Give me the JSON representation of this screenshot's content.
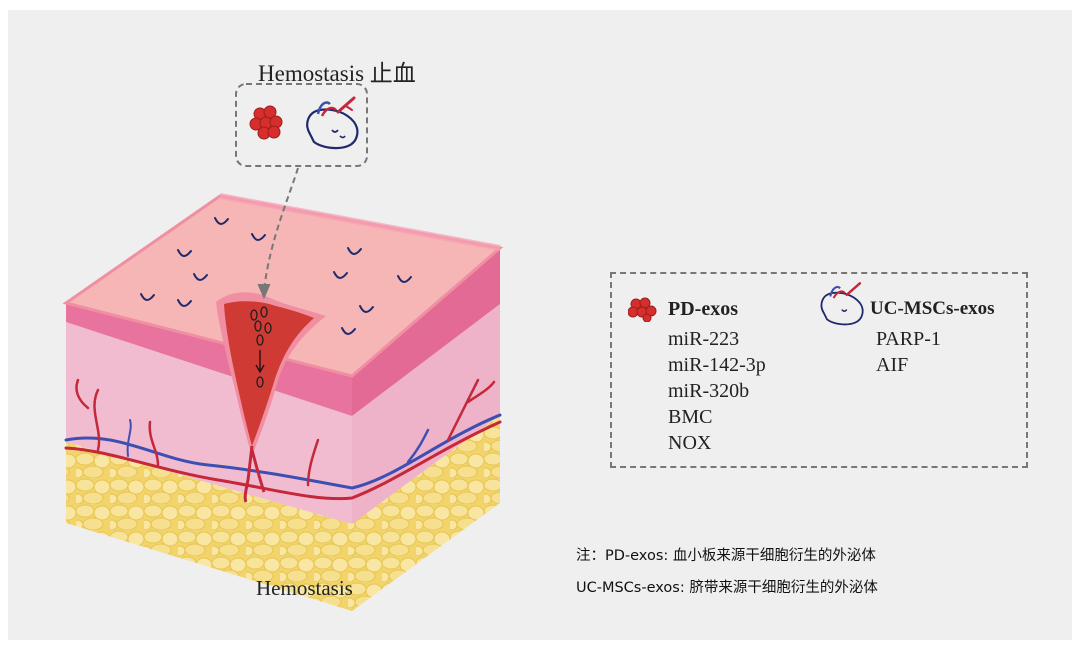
{
  "top_title": "Hemostasis 止血",
  "bottom_caption": "Hemostasis",
  "legend": {
    "pd": {
      "title": "PD-exos",
      "items": [
        "miR-223",
        "miR-142-3p",
        "miR-320b",
        "BMC",
        "NOX"
      ]
    },
    "uc": {
      "title": "UC-MSCs-exos",
      "items": [
        "PARP-1",
        "AIF"
      ]
    }
  },
  "notes": {
    "line1": "注：PD-exos: 血小板来源干细胞衍生的外泌体",
    "line2": "UC-MSCs-exos: 脐带来源干细胞衍生的外泌体"
  },
  "icons": {
    "platelet": "platelet-cluster-icon",
    "fetus": "umbilical-cord-fetus-icon"
  },
  "colors": {
    "background": "#efefef",
    "skin_top": "#f4b3b6",
    "skin_band": "#e7779c",
    "dermis": "#f4c4d2",
    "fat": "#f2d774",
    "blood": "#d23b36",
    "vein": "#3e4fb4",
    "dashed": "#777777"
  }
}
